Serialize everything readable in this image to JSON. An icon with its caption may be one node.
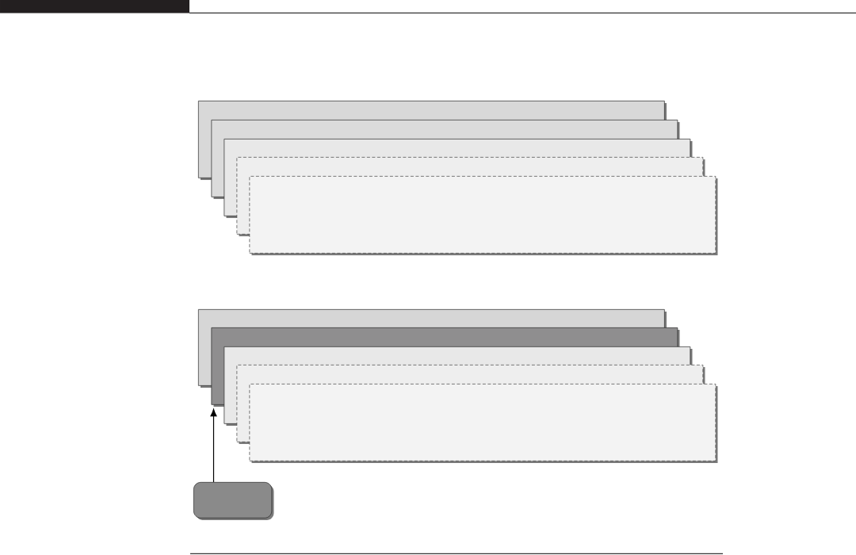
{
  "diagram": {
    "nodes": [
      {
        "text": [],
        "shape": "box"
      },
      {
        "text": [],
        "shape": "box"
      },
      {
        "text": [],
        "shape": "box"
      },
      {
        "text": [],
        "shape": "box"
      },
      {
        "text": [],
        "shape": "box"
      },
      {
        "text": [],
        "shape": "box"
      },
      {
        "text": [],
        "shape": "box"
      },
      {
        "text": [],
        "shape": "box"
      },
      {
        "text": [],
        "shape": "box"
      },
      {
        "text": [],
        "shape": "box"
      },
      {
        "text": [],
        "shape": "box"
      }
    ],
    "edges": [
      {
        "from": 10,
        "to": 6,
        "arrow": "to"
      }
    ]
  }
}
